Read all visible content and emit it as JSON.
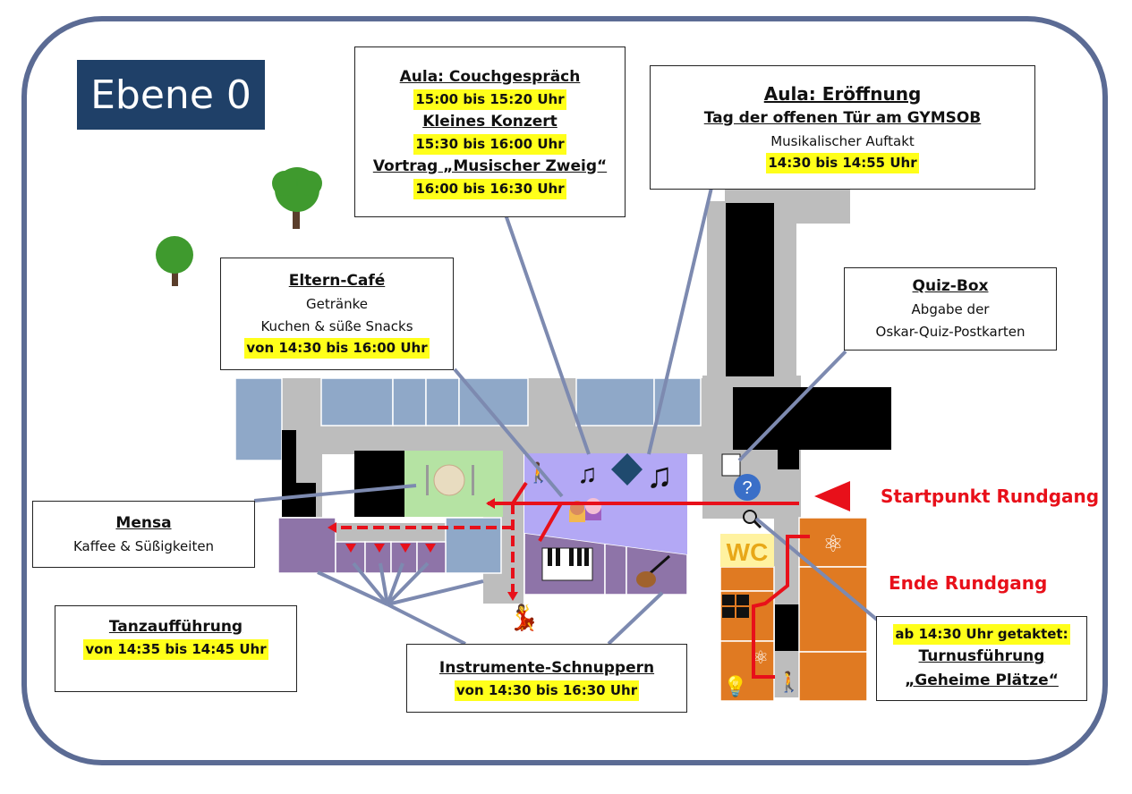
{
  "title": "Ebene 0",
  "colors": {
    "frame": "#5b6b94",
    "title_bg": "#1f4068",
    "highlight": "#ffff1a",
    "route": "#e8101a",
    "corridor": "#bdbdbd",
    "room_blue": "#8fa8c8",
    "room_purple": "#8e74a8",
    "aula_lilac": "#b3a8f5",
    "mensa_green": "#b5e3a3",
    "science_orange": "#e07a22",
    "wc_yellow": "#fff2a0"
  },
  "boxes": {
    "aula_program": {
      "items": [
        {
          "heading": "Aula: Couchgespräch",
          "time": "15:00 bis 15:20 Uhr"
        },
        {
          "heading": "Kleines Konzert",
          "time": "15:30 bis 16:00 Uhr"
        },
        {
          "heading": "Vortrag „Musischer Zweig“",
          "time": "16:00 bis 16:30 Uhr"
        }
      ]
    },
    "aula_opening": {
      "heading": "Aula: Eröffnung",
      "subheading": "Tag der offenen Tür am GYMSOB",
      "text": "Musikalischer Auftakt",
      "time": "14:30 bis 14:55 Uhr"
    },
    "eltern_cafe": {
      "heading": "Eltern-Café",
      "lines": [
        "Getränke",
        "Kuchen & süße Snacks"
      ],
      "time": "von 14:30 bis 16:00 Uhr"
    },
    "quiz_box": {
      "heading": "Quiz-Box",
      "lines": [
        "Abgabe der",
        "Oskar-Quiz-Postkarten"
      ]
    },
    "mensa": {
      "heading": "Mensa",
      "text": "Kaffee & Süßigkeiten"
    },
    "tanz": {
      "heading": "Tanzaufführung",
      "time": "von 14:35 bis 14:45 Uhr"
    },
    "instrumente": {
      "heading": "Instrumente-Schnuppern",
      "time": "von 14:30 bis 16:30 Uhr"
    },
    "tour": {
      "time": "ab 14:30 Uhr getaktet:",
      "heading": "Turnusführung",
      "subheading": "„Geheime Plätze“"
    }
  },
  "route_labels": {
    "start": "Startpunkt Rundgang",
    "end": "Ende Rundgang"
  },
  "map_icons": {
    "wc": "WC",
    "question": "?"
  }
}
